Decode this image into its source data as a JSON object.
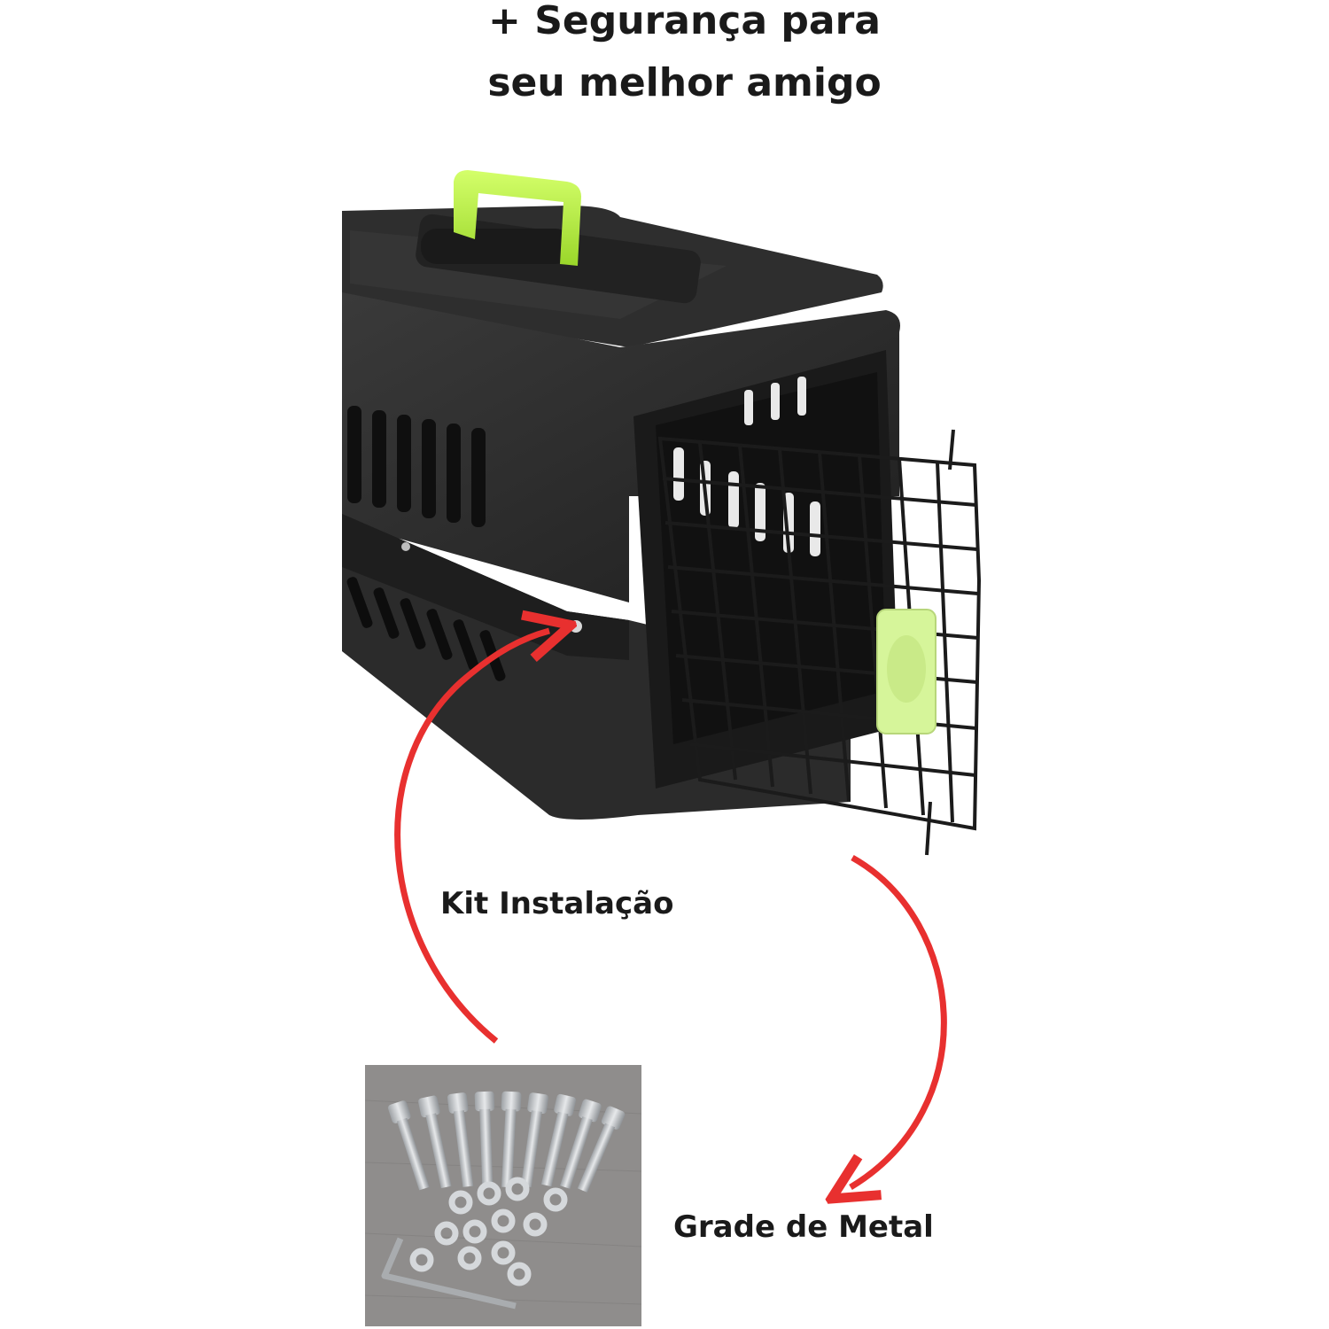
{
  "headline": {
    "line1": "+ Segurança para",
    "line2": "seu melhor amigo"
  },
  "callouts": {
    "kit": "Kit Instalação",
    "grade": "Grade de Metal"
  },
  "colors": {
    "background": "#ffffff",
    "carrier_body": "#2b2b2b",
    "handle_accent": "#b8ef3c",
    "latch_accent": "#d6f59a",
    "arrow": "#e8302f",
    "metal": "#c9cbcd"
  }
}
